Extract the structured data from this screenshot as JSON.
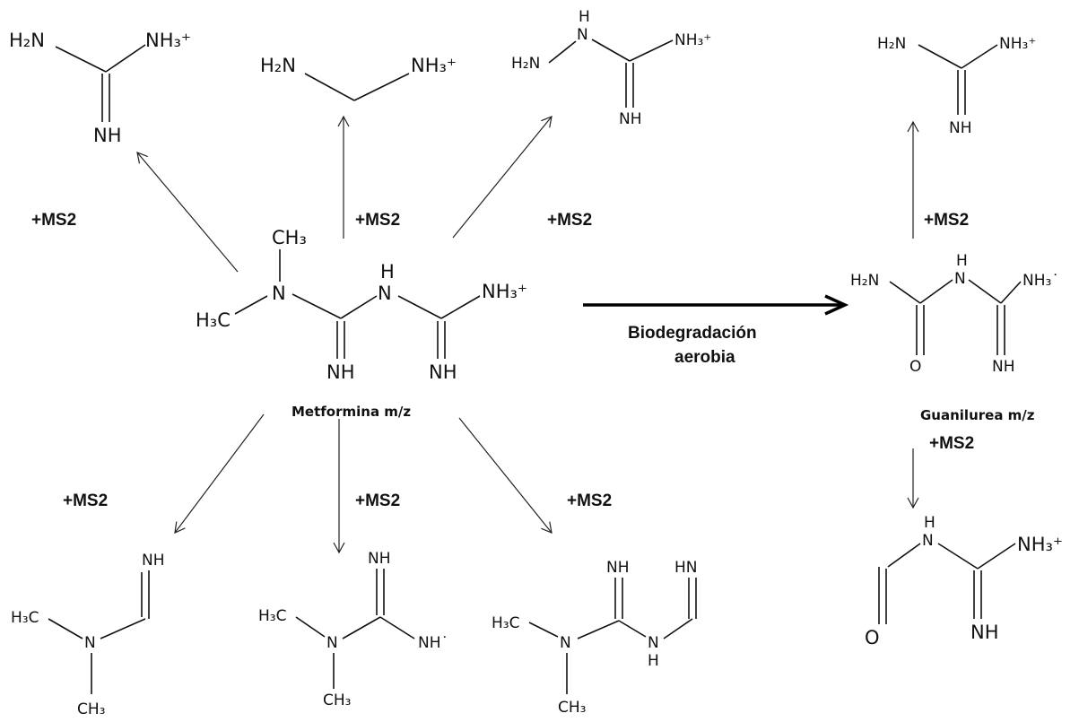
{
  "labels": {
    "ms2": "+MS2",
    "biodegradacion_line1": "Biodegradación",
    "biodegradacion_line2": "aerobia",
    "metformina": "Metformina m/z",
    "guanilurea": "Guanilurea m/z"
  },
  "atoms": {
    "h2n": "H₂N",
    "nh3plus": "NH₃⁺",
    "nh3minus": "NH₃˙",
    "nh": "NH",
    "hn": "HN",
    "h": "H",
    "n": "N",
    "o": "O",
    "ch3": "CH₃",
    "h3c": "H₃C",
    "nhdot": "NH˙"
  },
  "colors": {
    "ink": "#111111",
    "background": "#ffffff"
  }
}
